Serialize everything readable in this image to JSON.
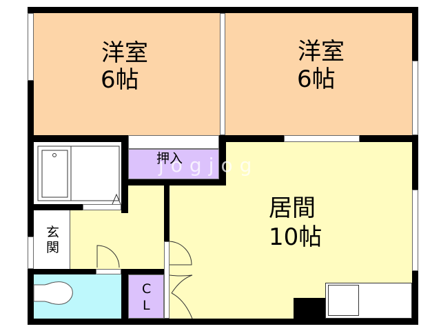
{
  "floorplan": {
    "rooms": [
      {
        "id": "western-room-1",
        "name": "洋室",
        "size": "6帖",
        "color": "#fdd5a8"
      },
      {
        "id": "western-room-2",
        "name": "洋室",
        "size": "6帖",
        "color": "#fdd5a8"
      },
      {
        "id": "living-room",
        "name": "居間",
        "size": "10帖",
        "color": "#fffcc0"
      },
      {
        "id": "closet-oshiire",
        "name": "押入",
        "color": "#dcc2fc"
      },
      {
        "id": "entrance",
        "name_line1": "玄",
        "name_line2": "関",
        "color": "#ffffff"
      },
      {
        "id": "closet-cl",
        "name_line1": "C",
        "name_line2": "L",
        "color": "#dcc2fc"
      },
      {
        "id": "toilet",
        "color": "#bef8fc"
      },
      {
        "id": "bathroom",
        "color": "#ffffff"
      }
    ],
    "watermark": "jogjog",
    "colors": {
      "wall": "#000000",
      "western": "#fdd5a8",
      "living": "#fffcc0",
      "storage": "#dcc2fc",
      "toilet": "#bef8fc"
    }
  }
}
